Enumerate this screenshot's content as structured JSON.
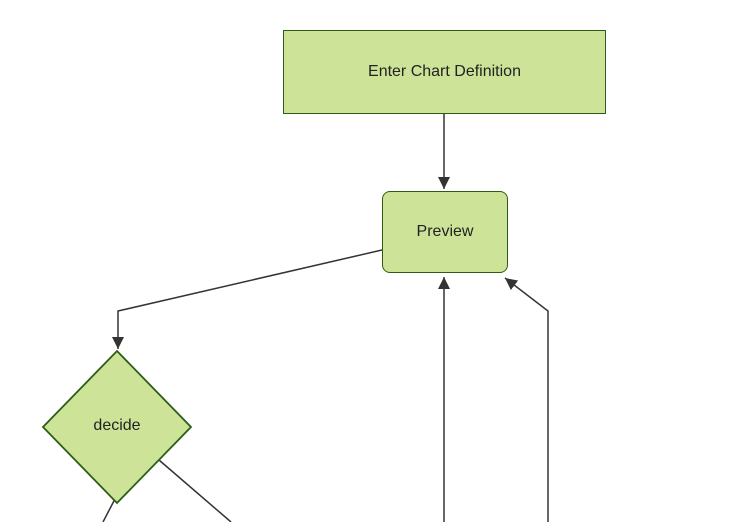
{
  "diagram": {
    "type": "flowchart",
    "background": "#ffffff",
    "colors": {
      "node_fill": "#cde498",
      "node_border": "#2d5c17",
      "edge": "#333333",
      "text": "#222222",
      "background": "#ffffff"
    },
    "nodes": [
      {
        "id": "enter-chart-definition",
        "label": "Enter Chart Definition",
        "shape": "rectangle"
      },
      {
        "id": "preview",
        "label": "Preview",
        "shape": "rounded-rectangle"
      },
      {
        "id": "decide",
        "label": "decide",
        "shape": "diamond"
      }
    ],
    "edges": [
      {
        "from": "enter-chart-definition",
        "to": "preview",
        "arrowhead": true
      },
      {
        "from": "preview",
        "to": "decide",
        "arrowhead": true
      },
      {
        "from": "offscreen-bottom-center",
        "to": "preview",
        "arrowhead": true
      },
      {
        "from": "offscreen-bottom-right",
        "to": "preview",
        "arrowhead": true
      },
      {
        "from": "decide",
        "to": "offscreen-bottom-left",
        "arrowhead": false
      },
      {
        "from": "decide",
        "to": "offscreen-bottom-right",
        "arrowhead": false
      }
    ]
  }
}
